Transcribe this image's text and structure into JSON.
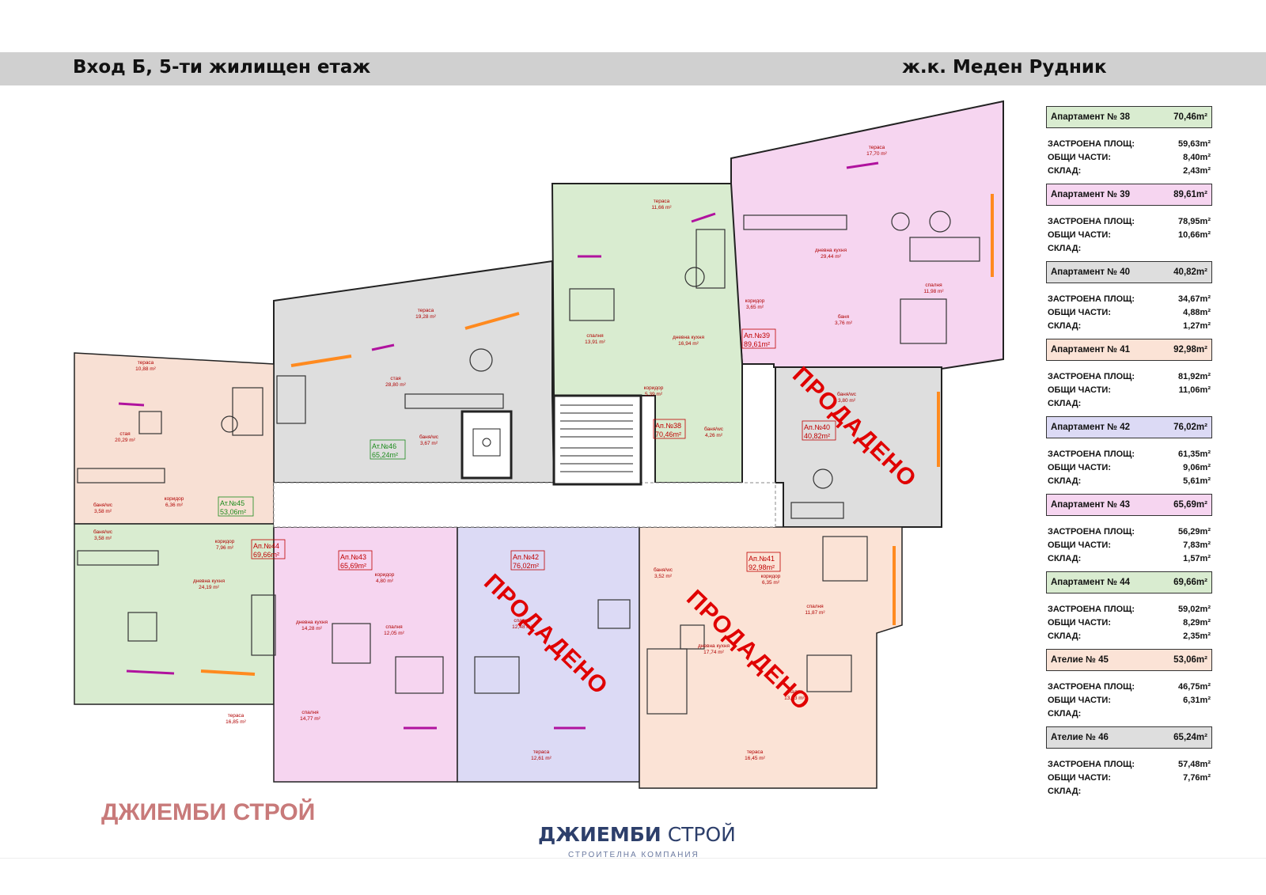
{
  "header": {
    "left_title": "Вход Б, 5-ти жилищен етаж",
    "right_title": "ж.к. Меден Рудник"
  },
  "colors": {
    "green": "#d9ecd0",
    "pink": "#f6d5f0",
    "grey": "#dedede",
    "peach": "#f8e0d4",
    "lavender": "#dcdaf5",
    "salmon": "#fbe3d6",
    "sold_text": "#e00000"
  },
  "plan": {
    "apartments": [
      {
        "id": "38",
        "label": "Ап.№38",
        "area": "70,46m²"
      },
      {
        "id": "39",
        "label": "Ап.№39",
        "area": "89,61m²"
      },
      {
        "id": "40",
        "label": "Ап.№40",
        "area": "40,82m²"
      },
      {
        "id": "41",
        "label": "Ап.№41",
        "area": "92,98m²"
      },
      {
        "id": "42",
        "label": "Ап.№42",
        "area": "76,02m²"
      },
      {
        "id": "43",
        "label": "Ап.№43",
        "area": "65,69m²"
      },
      {
        "id": "44",
        "label": "Ап.№44",
        "area": "69,66m²"
      },
      {
        "id": "45",
        "label": "Ат.№45",
        "area": "53,06m²"
      },
      {
        "id": "46",
        "label": "Ат.№46",
        "area": "65,24m²"
      }
    ],
    "rooms": [
      {
        "name": "тераса",
        "area": "17,70 m²"
      },
      {
        "name": "тераса",
        "area": "11,66 m²"
      },
      {
        "name": "тераса",
        "area": "19,28 m²"
      },
      {
        "name": "тераса",
        "area": "10,88 m²"
      },
      {
        "name": "дневна кухня",
        "area": "29,44 m²"
      },
      {
        "name": "спалня",
        "area": "11,98 m²"
      },
      {
        "name": "коридор",
        "area": "3,65 m²"
      },
      {
        "name": "баня",
        "area": "3,76 m²"
      },
      {
        "name": "спалня",
        "area": "13,91 m²"
      },
      {
        "name": "дневна кухня",
        "area": "16,94 m²"
      },
      {
        "name": "коридор",
        "area": "5,39 m²"
      },
      {
        "name": "баня/wc",
        "area": "4,26 m²"
      },
      {
        "name": "стая",
        "area": "28,80 m²"
      },
      {
        "name": "баня/wc",
        "area": "3,67 m²"
      },
      {
        "name": "стая",
        "area": "20,29 m²"
      },
      {
        "name": "коридор",
        "area": "6,36 m²"
      },
      {
        "name": "баня/wc",
        "area": "3,58 m²"
      },
      {
        "name": "баня/wc",
        "area": "3,58 m²"
      },
      {
        "name": "коридор",
        "area": "7,96 m²"
      },
      {
        "name": "дневна кухня",
        "area": "24,19 m²"
      },
      {
        "name": "тераса",
        "area": "16,85 m²"
      },
      {
        "name": "коридор",
        "area": "4,80 m²"
      },
      {
        "name": "дневна кухня",
        "area": "14,28 m²"
      },
      {
        "name": "спалня",
        "area": "12,05 m²"
      },
      {
        "name": "спалня",
        "area": "14,77 m²"
      },
      {
        "name": "спалня",
        "area": "12,48 m²"
      },
      {
        "name": "тераса",
        "area": "12,61 m²"
      },
      {
        "name": "баня/wc",
        "area": "3,52 m²"
      },
      {
        "name": "коридор",
        "area": "6,35 m²"
      },
      {
        "name": "спалня",
        "area": "11,87 m²"
      },
      {
        "name": "дневна кухня",
        "area": "17,74 m²"
      },
      {
        "name": "спалня",
        "area": "13,23 m²"
      },
      {
        "name": "тераса",
        "area": "16,45 m²"
      },
      {
        "name": "баня/wc",
        "area": "3,80 m²"
      }
    ],
    "sold_label": "ПРОДАДЕНО"
  },
  "legend": [
    {
      "title": "Апартамент № 38",
      "area": "70,46m²",
      "color": "#d9ecd0",
      "rows": [
        [
          "ЗАСТРОЕНА ПЛОЩ:",
          "59,63m²"
        ],
        [
          "ОБЩИ ЧАСТИ:",
          "8,40m²"
        ],
        [
          "СКЛАД:",
          "2,43m²"
        ]
      ]
    },
    {
      "title": "Апартамент № 39",
      "area": "89,61m²",
      "color": "#f6d5f0",
      "rows": [
        [
          "ЗАСТРОЕНА ПЛОЩ:",
          "78,95m²"
        ],
        [
          "ОБЩИ ЧАСТИ:",
          "10,66m²"
        ],
        [
          "СКЛАД:",
          ""
        ]
      ]
    },
    {
      "title": "Апартамент № 40",
      "area": "40,82m²",
      "color": "#dedede",
      "rows": [
        [
          "ЗАСТРОЕНА ПЛОЩ:",
          "34,67m²"
        ],
        [
          "ОБЩИ ЧАСТИ:",
          "4,88m²"
        ],
        [
          "СКЛАД:",
          "1,27m²"
        ]
      ]
    },
    {
      "title": "Апартамент № 41",
      "area": "92,98m²",
      "color": "#fbe3d6",
      "rows": [
        [
          "ЗАСТРОЕНА ПЛОЩ:",
          "81,92m²"
        ],
        [
          "ОБЩИ ЧАСТИ:",
          "11,06m²"
        ],
        [
          "СКЛАД:",
          ""
        ]
      ]
    },
    {
      "title": "Апартамент № 42",
      "area": "76,02m²",
      "color": "#dcdaf5",
      "rows": [
        [
          "ЗАСТРОЕНА ПЛОЩ:",
          "61,35m²"
        ],
        [
          "ОБЩИ ЧАСТИ:",
          "9,06m²"
        ],
        [
          "СКЛАД:",
          "5,61m²"
        ]
      ]
    },
    {
      "title": "Апартамент № 43",
      "area": "65,69m²",
      "color": "#f6d5f0",
      "rows": [
        [
          "ЗАСТРОЕНА ПЛОЩ:",
          "56,29m²"
        ],
        [
          "ОБЩИ ЧАСТИ:",
          "7,83m²"
        ],
        [
          "СКЛАД:",
          "1,57m²"
        ]
      ]
    },
    {
      "title": "Апартамент № 44",
      "area": "69,66m²",
      "color": "#d9ecd0",
      "rows": [
        [
          "ЗАСТРОЕНА ПЛОЩ:",
          "59,02m²"
        ],
        [
          "ОБЩИ ЧАСТИ:",
          "8,29m²"
        ],
        [
          "СКЛАД:",
          "2,35m²"
        ]
      ]
    },
    {
      "title": "Ателие № 45",
      "area": "53,06m²",
      "color": "#fbe3d6",
      "rows": [
        [
          "ЗАСТРОЕНА ПЛОЩ:",
          "46,75m²"
        ],
        [
          "ОБЩИ ЧАСТИ:",
          "6,31m²"
        ],
        [
          "СКЛАД:",
          ""
        ]
      ]
    },
    {
      "title": "Ателие № 46",
      "area": "65,24m²",
      "color": "#dedede",
      "rows": [
        [
          "ЗАСТРОЕНА ПЛОЩ:",
          "57,48m²"
        ],
        [
          "ОБЩИ ЧАСТИ:",
          "7,76m²"
        ],
        [
          "СКЛАД:",
          ""
        ]
      ]
    }
  ],
  "watermark": "ДЖИЕМБИ СТРОЙ",
  "footer": {
    "brand_bold": "ДЖИЕМБИ",
    "brand_light": "СТРОЙ",
    "subtitle": "СТРОИТЕЛНА КОМПАНИЯ"
  }
}
